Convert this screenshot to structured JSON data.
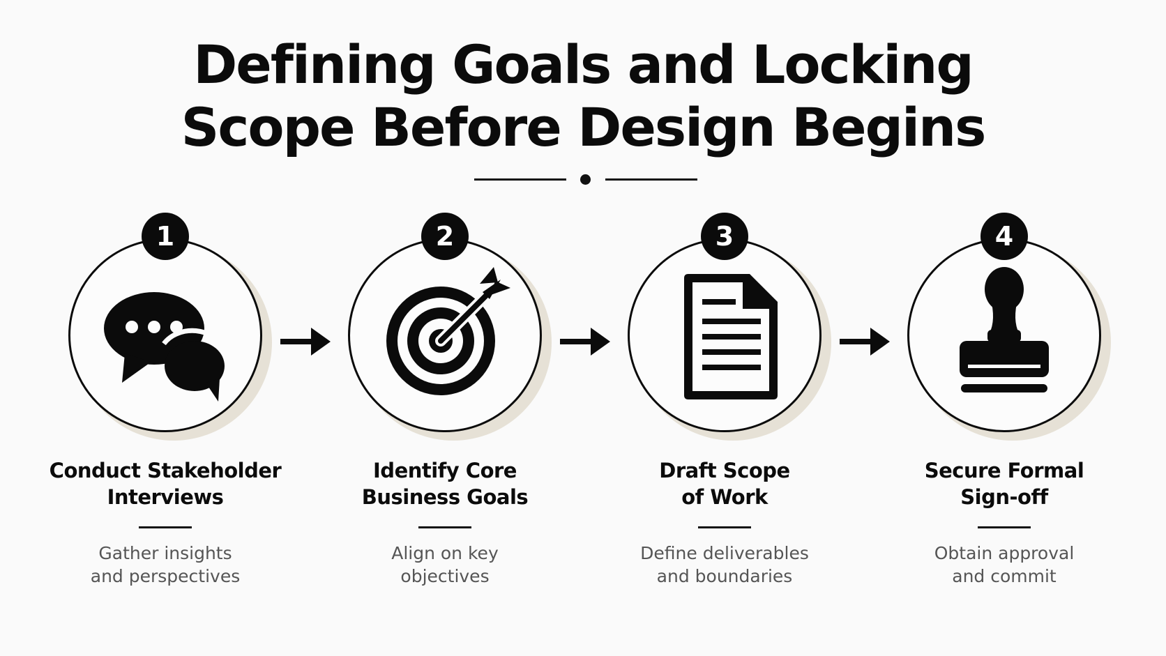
{
  "title": {
    "line1": "Defining Goals and Locking",
    "line2": "Scope Before Design Begins"
  },
  "steps": [
    {
      "number": "1",
      "icon": "speech-bubbles-icon",
      "title_line1": "Conduct Stakeholder",
      "title_line2": "Interviews",
      "desc_line1": "Gather insights",
      "desc_line2": "and perspectives"
    },
    {
      "number": "2",
      "icon": "target-arrow-icon",
      "title_line1": "Identify Core",
      "title_line2": "Business Goals",
      "desc_line1": "Align on key",
      "desc_line2": "objectives"
    },
    {
      "number": "3",
      "icon": "document-icon",
      "title_line1": "Draft Scope",
      "title_line2": "of Work",
      "desc_line1": "Define deliverables",
      "desc_line2": "and boundaries"
    },
    {
      "number": "4",
      "icon": "stamp-icon",
      "title_line1": "Secure Formal",
      "title_line2": "Sign-off",
      "desc_line1": "Obtain approval",
      "desc_line2": "and commit"
    }
  ],
  "colors": {
    "background": "#fafafa",
    "ink": "#0b0b0b",
    "shadow": "#e6e1d6",
    "description": "#555555"
  }
}
